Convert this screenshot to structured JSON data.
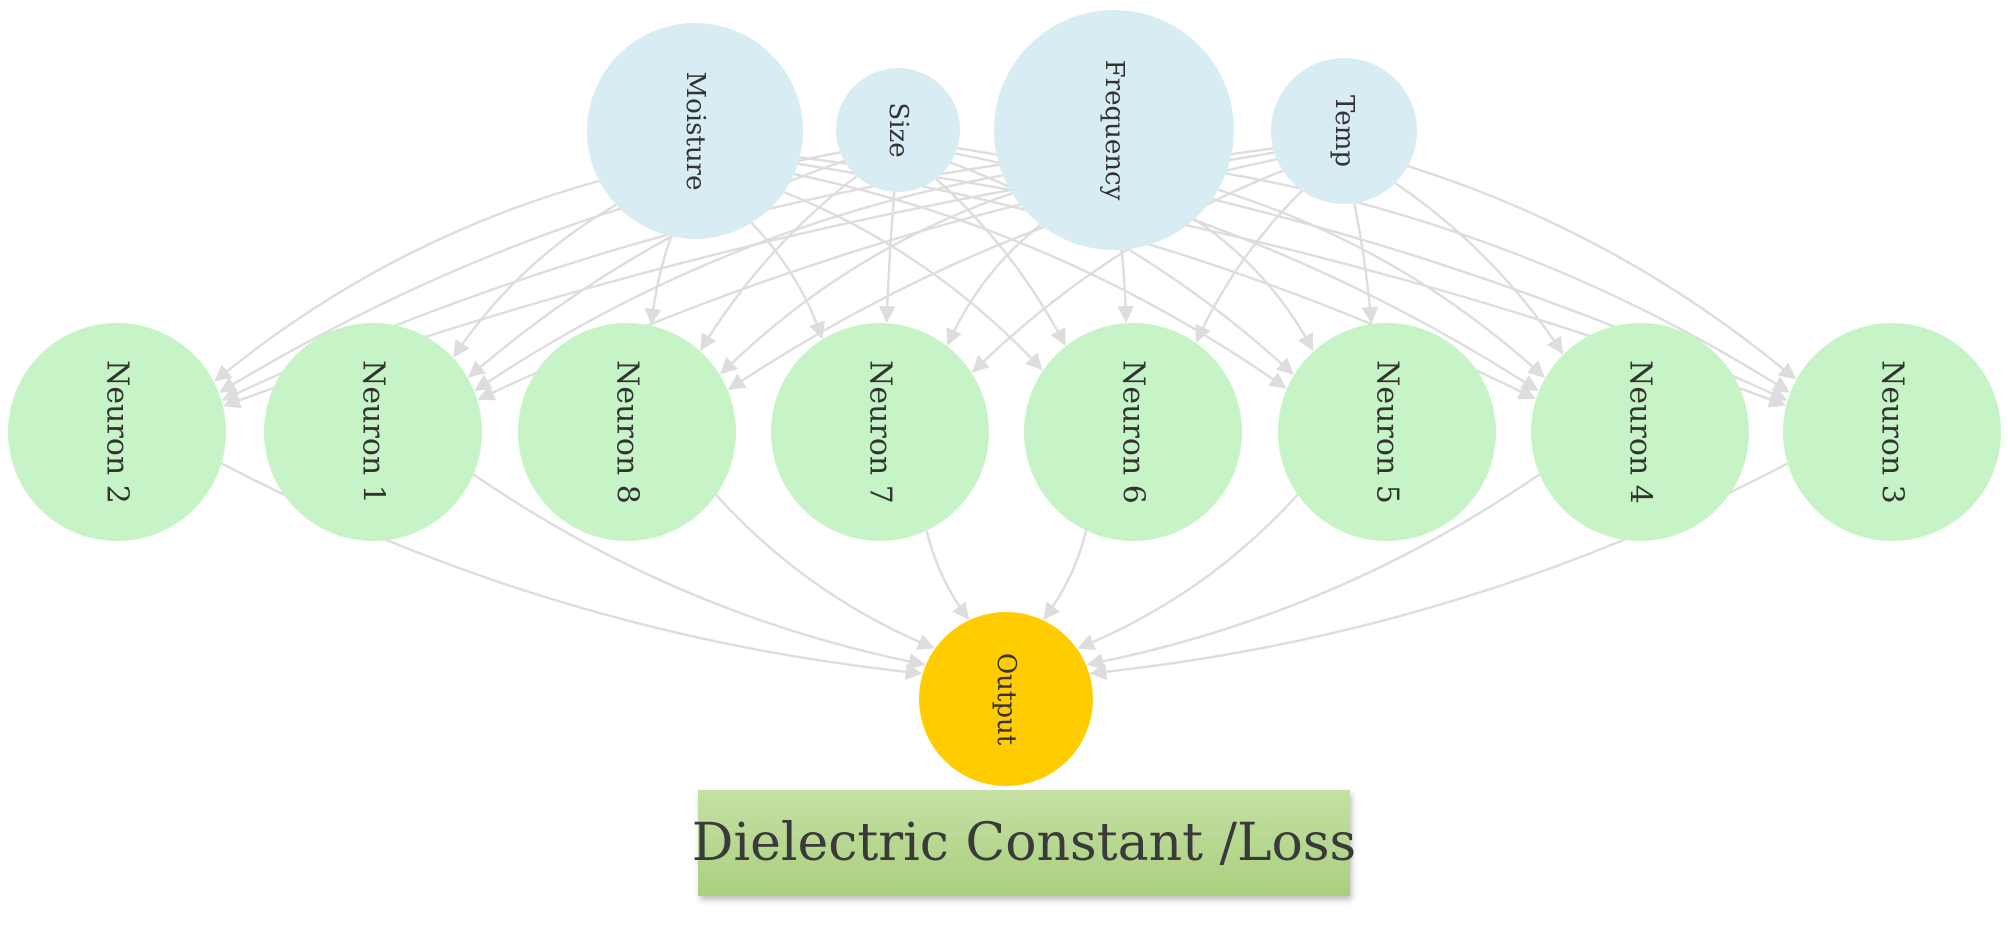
{
  "diagram": {
    "inputs": [
      {
        "id": "moisture",
        "label": "Moisture",
        "color": "#d8ecf3"
      },
      {
        "id": "size",
        "label": "Size",
        "color": "#d8ecf3"
      },
      {
        "id": "frequency",
        "label": "Frequency",
        "color": "#d8ecf3"
      },
      {
        "id": "temp",
        "label": "Temp",
        "color": "#d8ecf3"
      }
    ],
    "hidden": [
      {
        "id": "n2",
        "label": "Neuron 2",
        "color": "#c6f4c6"
      },
      {
        "id": "n1",
        "label": "Neuron 1",
        "color": "#c6f4c6"
      },
      {
        "id": "n8",
        "label": "Neuron 8",
        "color": "#c6f4c6"
      },
      {
        "id": "n7",
        "label": "Neuron 7",
        "color": "#c6f4c6"
      },
      {
        "id": "n6",
        "label": "Neuron 6",
        "color": "#c6f4c6"
      },
      {
        "id": "n5",
        "label": "Neuron 5",
        "color": "#c6f4c6"
      },
      {
        "id": "n4",
        "label": "Neuron 4",
        "color": "#c6f4c6"
      },
      {
        "id": "n3",
        "label": "Neuron 3",
        "color": "#c6f4c6"
      }
    ],
    "output": {
      "id": "out",
      "label": "Output",
      "color": "#ffcc00"
    },
    "target_label": "Dielectric Constant /Loss",
    "edge_color": "#dddddd"
  }
}
